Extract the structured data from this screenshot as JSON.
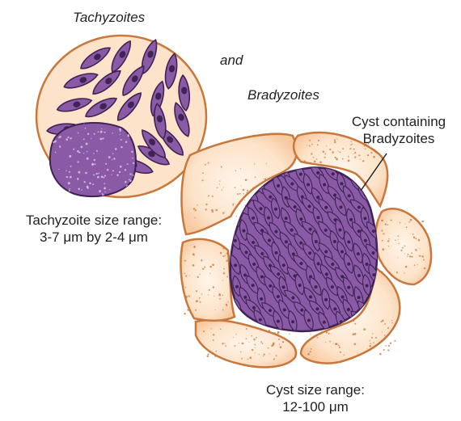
{
  "labels": {
    "tachyzoites": "Tachyzoites",
    "and": "and",
    "bradyzoites": "Bradyzoites",
    "cyst_containing_line1": "Cyst containing",
    "cyst_containing_line2": "Bradyzoites",
    "tachy_size_line1": "Tachyzoite size range:",
    "tachy_size_line2": "3-7 μm by 2-4 μm",
    "cyst_size_line1": "Cyst size range:",
    "cyst_size_line2": "12-100 μm"
  },
  "colors": {
    "cell_fill": "#fde3c9",
    "cell_outline": "#c9773a",
    "parasite_fill": "#8a5aa6",
    "parasite_outline": "#3f2354",
    "nucleus": "#3f2354",
    "text": "#231f20"
  },
  "icons": {
    "tachyzoite_cell": "cell-with-crescent-parasites",
    "cyst": "tissue-cyst-with-bradyzoites"
  }
}
